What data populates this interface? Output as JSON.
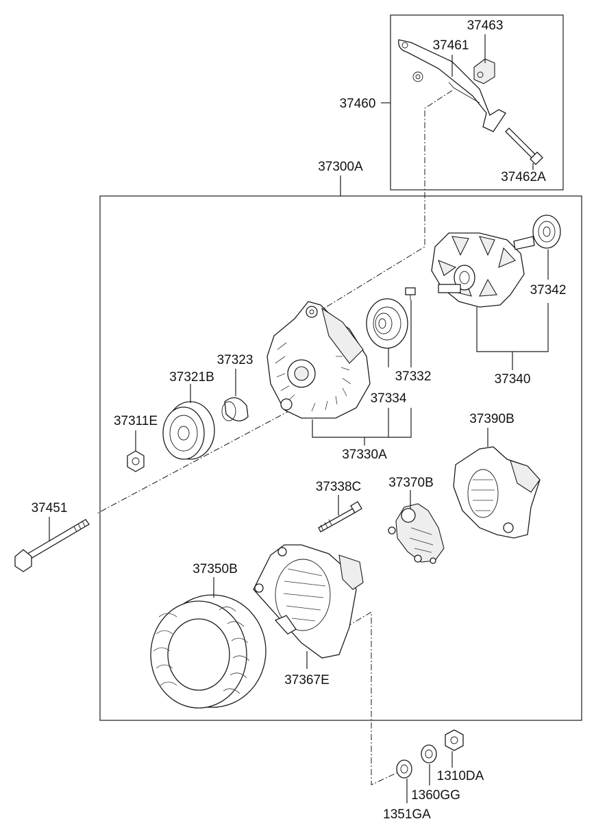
{
  "labels": {
    "p37463": "37463",
    "p37461": "37461",
    "p37460": "37460",
    "p37462A": "37462A",
    "p37300A": "37300A",
    "p37342": "37342",
    "p37340": "37340",
    "p37323": "37323",
    "p37321B": "37321B",
    "p37332": "37332",
    "p37334": "37334",
    "p37311E": "37311E",
    "p37330A": "37330A",
    "p37390B": "37390B",
    "p37338C": "37338C",
    "p37370B": "37370B",
    "p37451": "37451",
    "p37350B": "37350B",
    "p37367E": "37367E",
    "p1310DA": "1310DA",
    "p1360GG": "1360GG",
    "p1351GA": "1351GA"
  }
}
